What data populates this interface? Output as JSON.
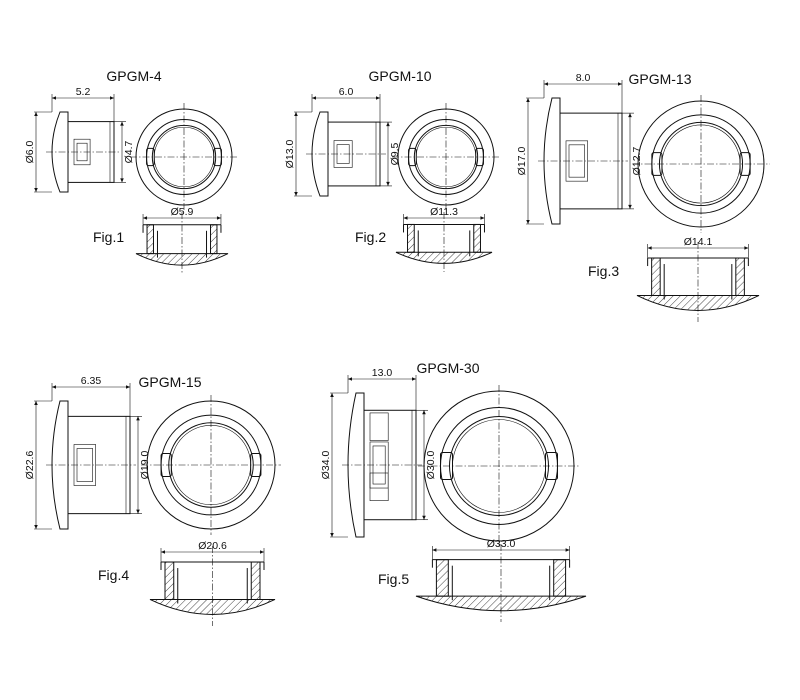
{
  "figures": [
    {
      "title": "GPGM-4",
      "fig": "Fig.1",
      "side_width": "5.2",
      "outer_dia": "Ø6.0",
      "inner_dia": "Ø4.7",
      "section_dia": "Ø5.9"
    },
    {
      "title": "GPGM-10",
      "fig": "Fig.2",
      "side_width": "6.0",
      "outer_dia": "Ø13.0",
      "inner_dia": "Ø9.5",
      "section_dia": "Ø11.3"
    },
    {
      "title": "GPGM-13",
      "fig": "Fig.3",
      "side_width": "8.0",
      "outer_dia": "Ø17.0",
      "inner_dia": "Ø12.7",
      "section_dia": "Ø14.1"
    },
    {
      "title": "GPGM-15",
      "fig": "Fig.4",
      "side_width": "6.35",
      "outer_dia": "Ø22.6",
      "inner_dia": "Ø19.0",
      "section_dia": "Ø20.6"
    },
    {
      "title": "GPGM-30",
      "fig": "Fig.5",
      "side_width": "13.0",
      "outer_dia": "Ø34.0",
      "inner_dia": "Ø30.0",
      "section_dia": "Ø33.0"
    }
  ]
}
